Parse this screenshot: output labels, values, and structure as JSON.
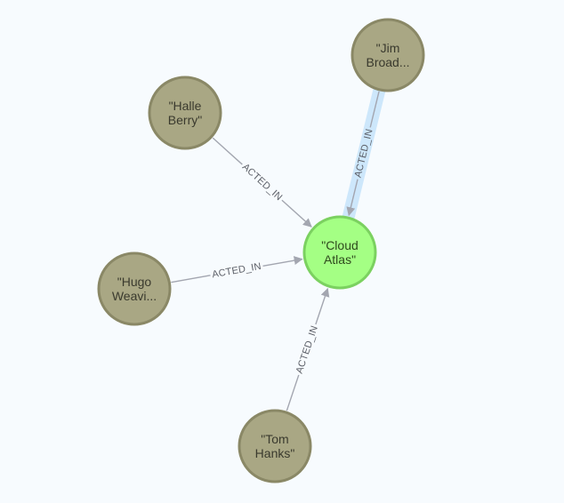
{
  "graph": {
    "nodes": [
      {
        "id": "cloud",
        "label_lines": [
          "\"Cloud",
          "Atlas\""
        ],
        "kind": "movie"
      },
      {
        "id": "jim",
        "label_lines": [
          "\"Jim",
          "Broad..."
        ],
        "kind": "person"
      },
      {
        "id": "halle",
        "label_lines": [
          "\"Halle",
          "Berry\""
        ],
        "kind": "person"
      },
      {
        "id": "hugo",
        "label_lines": [
          "\"Hugo",
          "Weavi..."
        ],
        "kind": "person"
      },
      {
        "id": "tom",
        "label_lines": [
          "\"Tom",
          "Hanks\""
        ],
        "kind": "person"
      }
    ],
    "edges": [
      {
        "from": "jim",
        "to": "cloud",
        "label": "ACTED_IN",
        "selected": true
      },
      {
        "from": "halle",
        "to": "cloud",
        "label": "ACTED_IN",
        "selected": false
      },
      {
        "from": "hugo",
        "to": "cloud",
        "label": "ACTED_IN",
        "selected": false
      },
      {
        "from": "tom",
        "to": "cloud",
        "label": "ACTED_IN",
        "selected": false
      }
    ],
    "colors": {
      "person_fill": "#a9a784",
      "person_stroke": "#8a8866",
      "movie_fill": "#a4ff84",
      "movie_stroke": "#7bd160",
      "edge": "#a3a6b0",
      "selection": "#cde7fb",
      "background": "#f7fbfe"
    }
  }
}
